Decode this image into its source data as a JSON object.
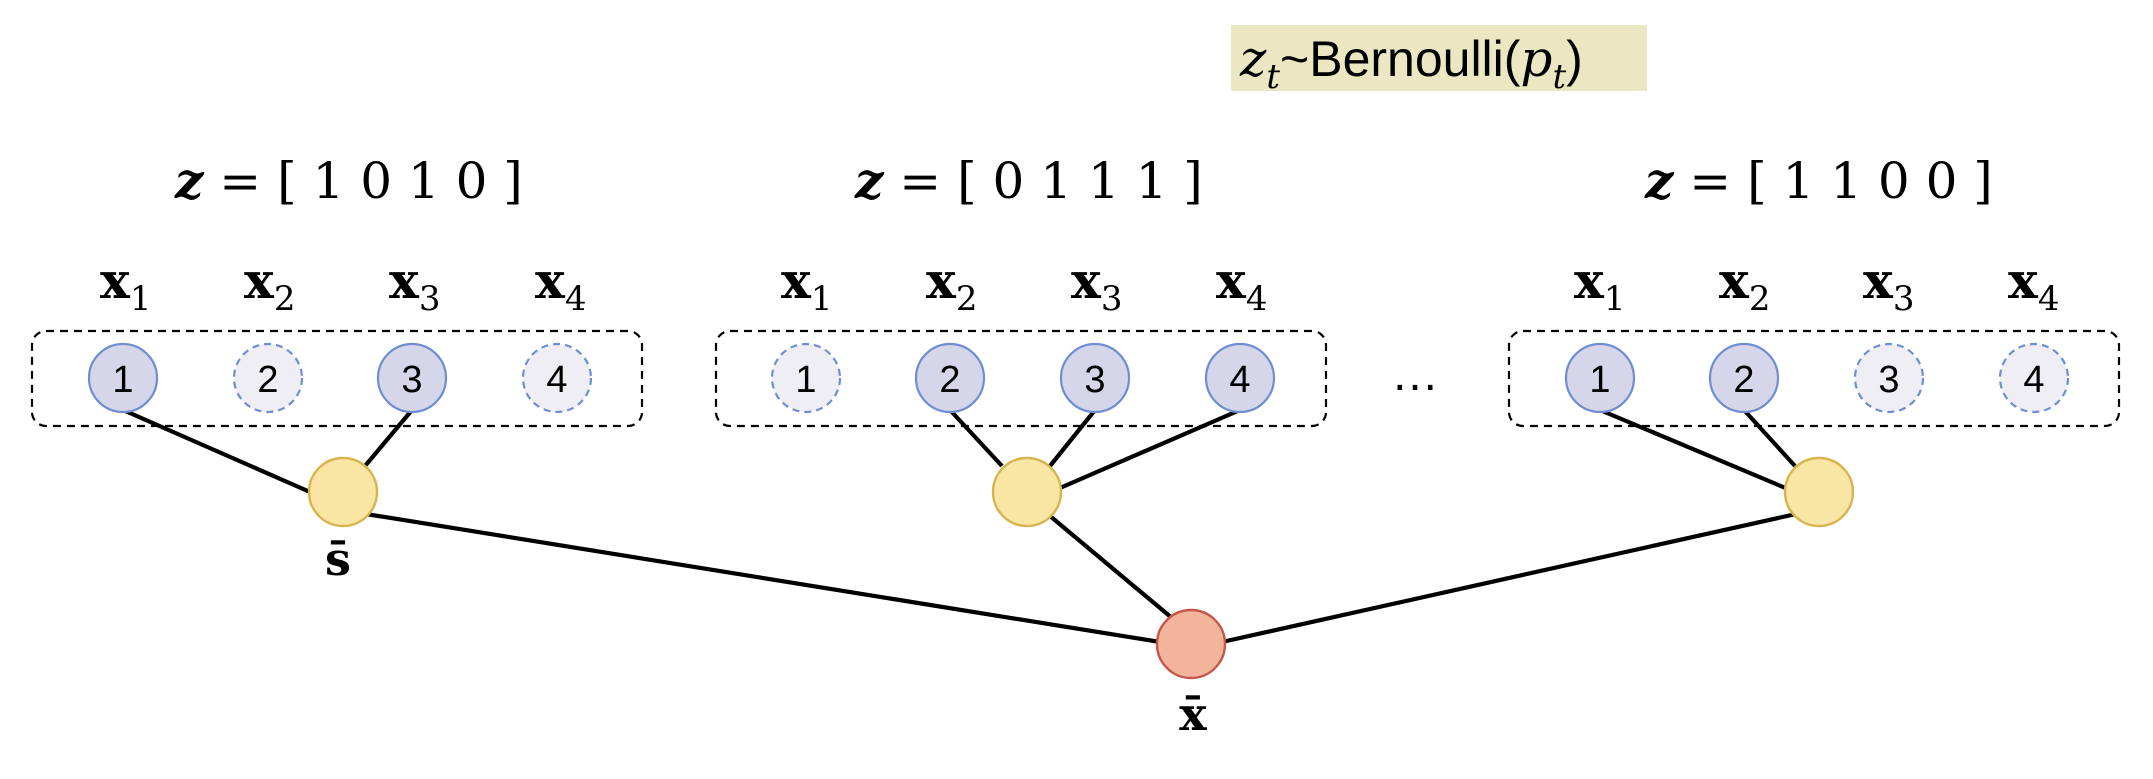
{
  "formula": {
    "z": "z",
    "sub_t": "t",
    "dist": "~Bernoulli(",
    "p": "p",
    "sub_t2": "t",
    "close": ")",
    "bg": "#ebe7c2"
  },
  "groups": [
    {
      "z_label": "z",
      "eq": " = [ 1 0 1 0 ]",
      "x_sym": "x",
      "subs": [
        "1",
        "2",
        "3",
        "4"
      ],
      "nodes": [
        "1",
        "2",
        "3",
        "4"
      ],
      "active": [
        true,
        false,
        true,
        false
      ]
    },
    {
      "z_label": "z",
      "eq": " = [ 0 1 1 1 ]",
      "x_sym": "x",
      "subs": [
        "1",
        "2",
        "3",
        "4"
      ],
      "nodes": [
        "1",
        "2",
        "3",
        "4"
      ],
      "active": [
        false,
        true,
        true,
        true
      ]
    },
    {
      "z_label": "z",
      "eq": " = [ 1 1 0 0 ]",
      "x_sym": "x",
      "subs": [
        "1",
        "2",
        "3",
        "4"
      ],
      "nodes": [
        "1",
        "2",
        "3",
        "4"
      ],
      "active": [
        true,
        true,
        false,
        false
      ]
    }
  ],
  "ellipsis": "…",
  "s_bar_label": "s̄",
  "x_bar_label": "x̄",
  "colors": {
    "active_fill": "#d6d6ea",
    "inactive_fill": "#eeeef4",
    "node_stroke": "#6f8ed1",
    "aggregate_fill": "#fae6a4",
    "root_fill": "#f2b59b"
  }
}
